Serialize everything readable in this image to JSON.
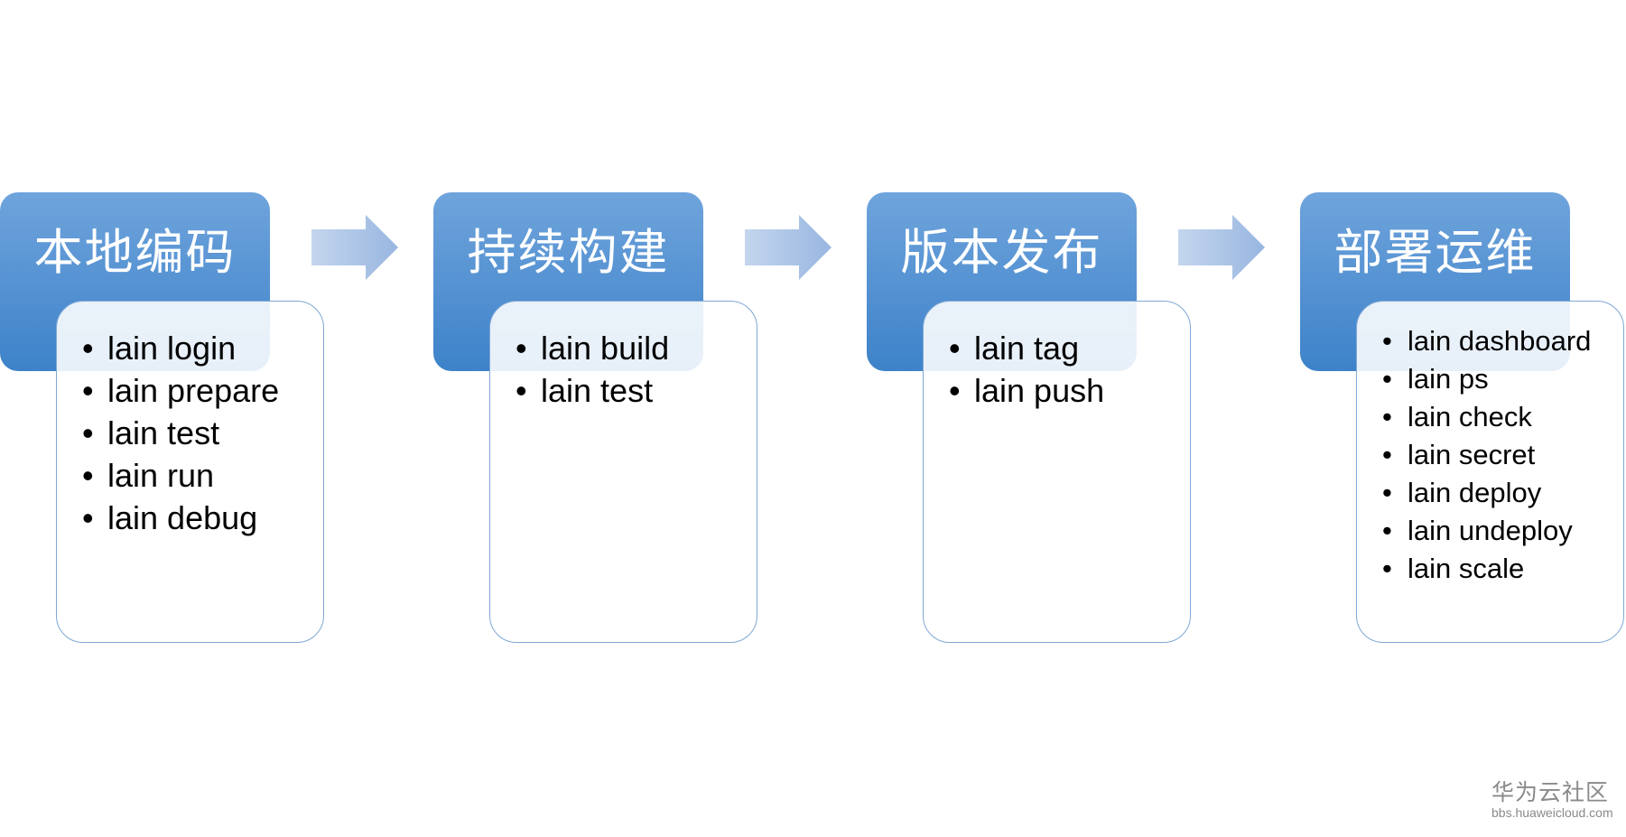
{
  "stages": [
    {
      "title": "本地编码",
      "items": [
        "lain login",
        "lain prepare",
        "lain test",
        "lain run",
        "lain debug"
      ]
    },
    {
      "title": "持续构建",
      "items": [
        "lain build",
        "lain test"
      ]
    },
    {
      "title": "版本发布",
      "items": [
        "lain tag",
        "lain push"
      ]
    },
    {
      "title": "部署运维",
      "items": [
        "lain dashboard",
        "lain ps",
        "lain check",
        "lain secret",
        "lain deploy",
        "lain undeploy",
        "lain scale"
      ]
    }
  ],
  "colors": {
    "header_top": "#6fa4dc",
    "header_bottom": "#3d82c9",
    "card_border": "#7fa8d6",
    "arrow": "#a9c3e6"
  },
  "watermark": {
    "brand": "华为云社区",
    "url": "bbs.huaweicloud.com"
  }
}
